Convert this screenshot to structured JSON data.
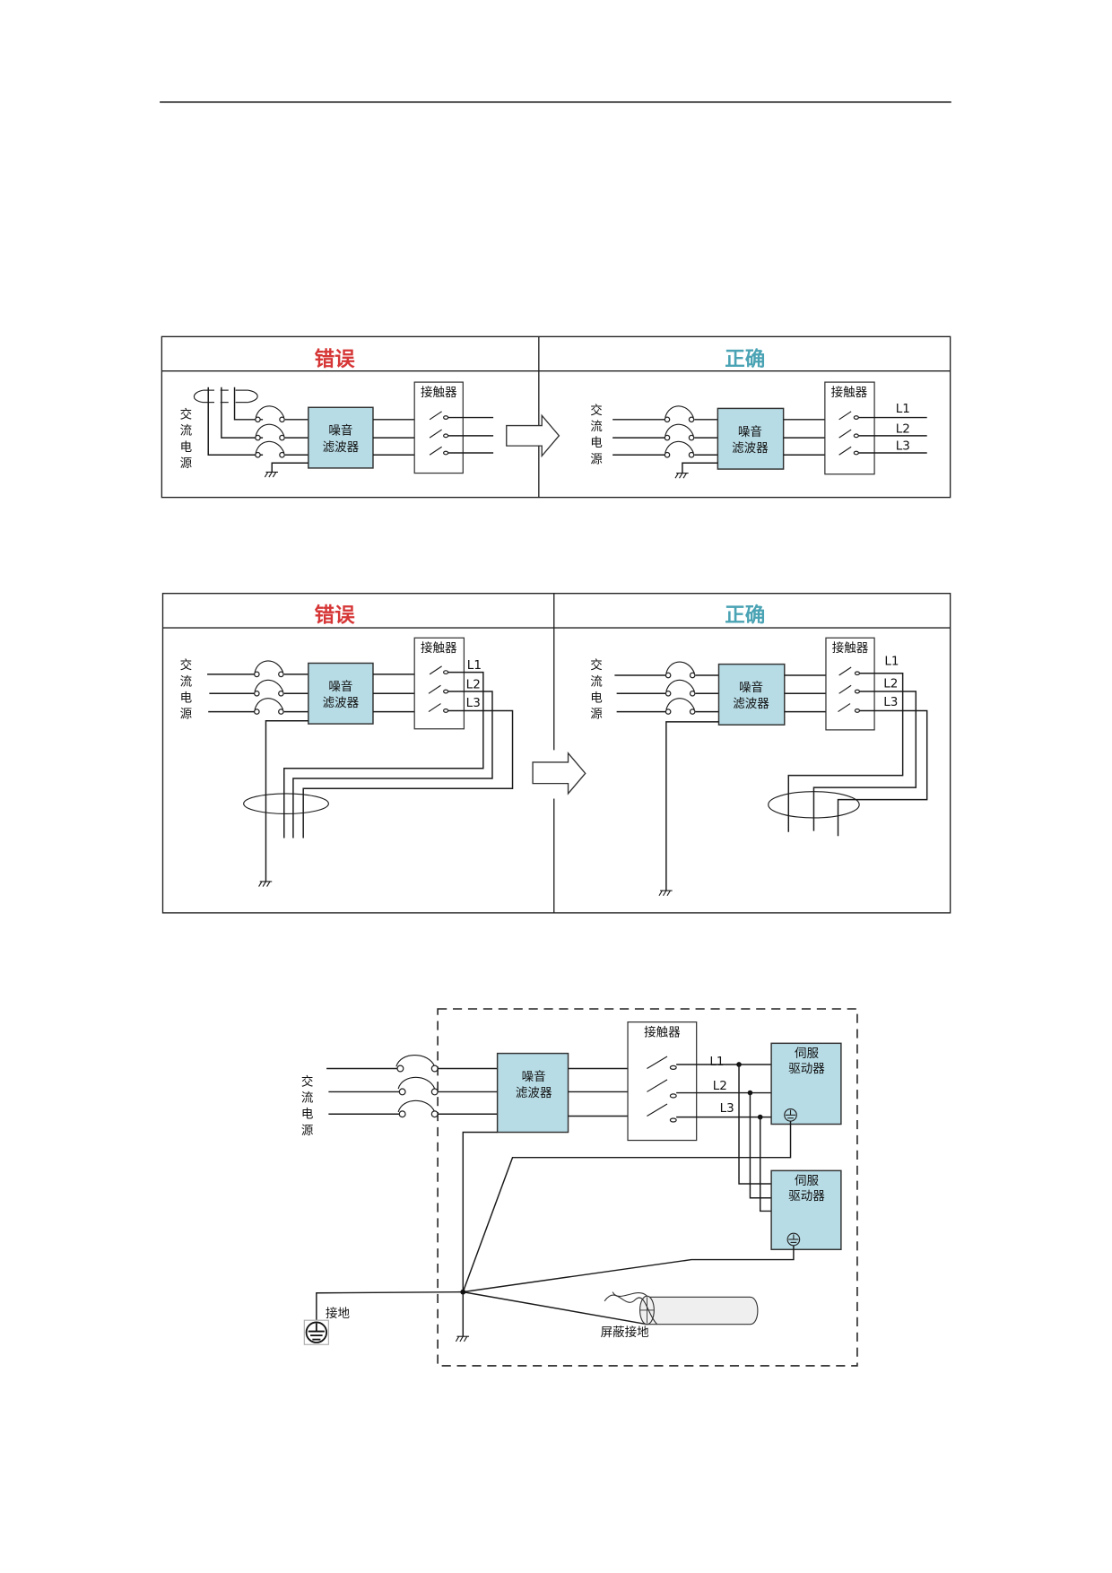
{
  "page": {
    "header_rule": true
  },
  "labels": {
    "wrong": "错误",
    "correct": "正确",
    "ac_power": [
      "交",
      "流",
      "电",
      "源"
    ],
    "noise_filter_line1": "噪音",
    "noise_filter_line2": "滤波器",
    "contactor": "接触器",
    "phases": [
      "L1",
      "L2",
      "L3"
    ],
    "servo_line1": "伺服",
    "servo_line2": "驱动器",
    "ground": "接地",
    "shield_ground": "屏蔽接地"
  },
  "colors": {
    "wrong": "#d63636",
    "correct": "#4aa3b4",
    "device_fill": "#b7dce6"
  },
  "figures": [
    {
      "id": "figure-1",
      "description": "Noise filter input/output wiring: wrong (bundled) vs correct (separated)"
    },
    {
      "id": "figure-2",
      "description": "Filter ground wiring: wrong (ground bundled with output lines through ferrite) vs correct (separate ground)"
    },
    {
      "id": "figure-3",
      "description": "Cabinet grounding layout with two servo drives and shield ground"
    }
  ]
}
